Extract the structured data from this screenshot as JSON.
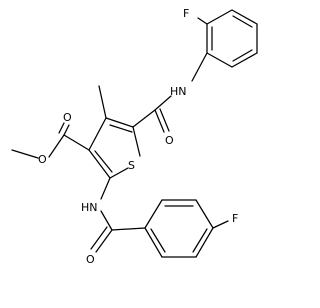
{
  "molecule": {
    "atom_labels": {
      "f_top": "F",
      "nh_amide_top": "HN",
      "o_amide_top": "O",
      "o_ester_carbonyl": "O",
      "o_ester_ether": "O",
      "s_ring": "S",
      "nh_amide_bottom": "HN",
      "o_amide_bottom": "O",
      "f_right": "F"
    }
  }
}
